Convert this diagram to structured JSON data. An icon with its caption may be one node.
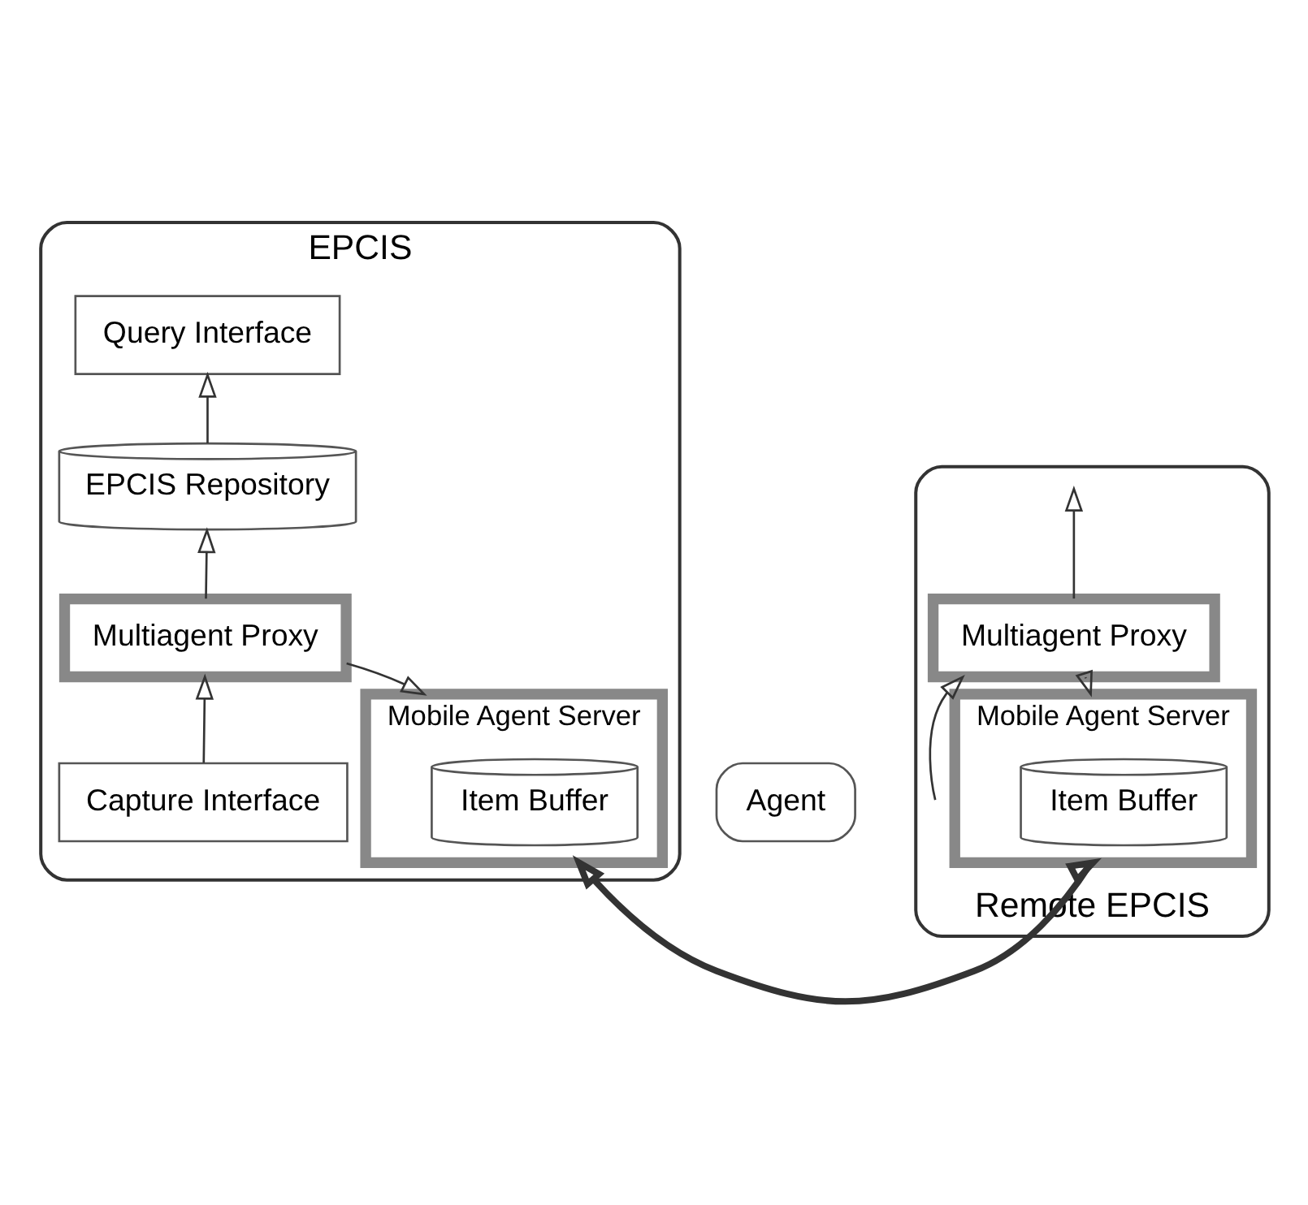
{
  "diagram": {
    "nodes": [
      {
        "text": [
          "EPCIS"
        ]
      },
      {
        "text": [
          "Query Interface"
        ],
        "in": 0
      },
      {
        "text": [
          "EPCIS Repository"
        ],
        "in": 0
      },
      {
        "text": [
          "Multiagent Proxy"
        ],
        "in": 0
      },
      {
        "text": [
          "Mobile Agent Server"
        ],
        "in": 0
      },
      {
        "text": [
          "Item Buffer"
        ],
        "in": 4
      },
      {
        "text": [
          "Capture Interface"
        ],
        "in": 0
      },
      {
        "text": [
          "Agent"
        ]
      },
      {
        "text": [
          "Remote EPCIS"
        ]
      },
      {
        "text": [
          "Multiagent Proxy"
        ],
        "in": 8
      },
      {
        "text": [
          "Mobile Agent Server"
        ],
        "in": 8
      },
      {
        "text": [
          "Item Buffer"
        ],
        "in": 10
      }
    ],
    "edges": [
      {
        "from": 2,
        "to": 1,
        "arrow": "to"
      },
      {
        "from": 3,
        "to": 2,
        "arrow": "to"
      },
      {
        "from": 6,
        "to": 3,
        "arrow": "to"
      },
      {
        "from": 3,
        "to": 4,
        "arrow": "to"
      },
      {
        "from": 4,
        "to": 10,
        "arrow": "both",
        "style": "thick"
      },
      {
        "from": null,
        "to": 9,
        "arrow": "to"
      },
      {
        "from": 9,
        "to": null,
        "arrow": "to"
      },
      {
        "from": 9,
        "to": 10,
        "arrow": "to"
      }
    ]
  }
}
